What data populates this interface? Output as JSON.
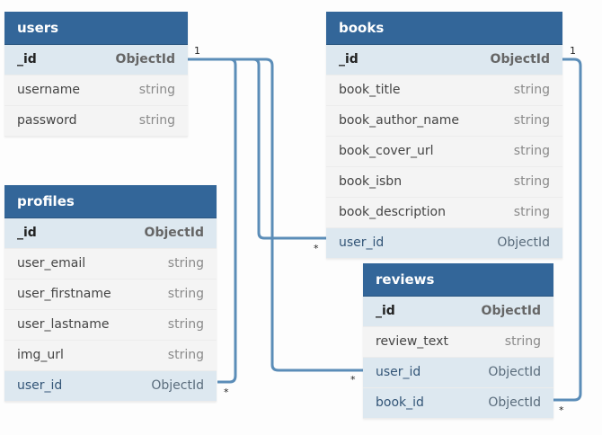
{
  "colors": {
    "header": "#336699",
    "connector": "#5b8db8",
    "row": "#f4f4f4",
    "key_row": "#dde8f0"
  },
  "tables": {
    "users": {
      "name": "users",
      "fields": [
        {
          "name": "_id",
          "type": "ObjectId",
          "key": "pk"
        },
        {
          "name": "username",
          "type": "string",
          "key": ""
        },
        {
          "name": "password",
          "type": "string",
          "key": ""
        }
      ]
    },
    "books": {
      "name": "books",
      "fields": [
        {
          "name": "_id",
          "type": "ObjectId",
          "key": "pk"
        },
        {
          "name": "book_title",
          "type": "string",
          "key": ""
        },
        {
          "name": "book_author_name",
          "type": "string",
          "key": ""
        },
        {
          "name": "book_cover_url",
          "type": "string",
          "key": ""
        },
        {
          "name": "book_isbn",
          "type": "string",
          "key": ""
        },
        {
          "name": "book_description",
          "type": "string",
          "key": ""
        },
        {
          "name": "user_id",
          "type": "ObjectId",
          "key": "fk"
        }
      ]
    },
    "profiles": {
      "name": "profiles",
      "fields": [
        {
          "name": "_id",
          "type": "ObjectId",
          "key": "pk"
        },
        {
          "name": "user_email",
          "type": "string",
          "key": ""
        },
        {
          "name": "user_firstname",
          "type": "string",
          "key": ""
        },
        {
          "name": "user_lastname",
          "type": "string",
          "key": ""
        },
        {
          "name": "img_url",
          "type": "string",
          "key": ""
        },
        {
          "name": "user_id",
          "type": "ObjectId",
          "key": "fk"
        }
      ]
    },
    "reviews": {
      "name": "reviews",
      "fields": [
        {
          "name": "_id",
          "type": "ObjectId",
          "key": "pk"
        },
        {
          "name": "review_text",
          "type": "string",
          "key": ""
        },
        {
          "name": "user_id",
          "type": "ObjectId",
          "key": "fk"
        },
        {
          "name": "book_id",
          "type": "ObjectId",
          "key": "fk"
        }
      ]
    }
  },
  "relations": [
    {
      "from": "users._id",
      "to": "books.user_id",
      "from_card": "1",
      "to_card": "*"
    },
    {
      "from": "users._id",
      "to": "profiles.user_id",
      "from_card": "1",
      "to_card": "*"
    },
    {
      "from": "users._id",
      "to": "reviews.user_id",
      "from_card": "1",
      "to_card": "*"
    },
    {
      "from": "books._id",
      "to": "reviews.book_id",
      "from_card": "1",
      "to_card": "*"
    }
  ],
  "cardinality": {
    "one": "1",
    "many": "*"
  }
}
